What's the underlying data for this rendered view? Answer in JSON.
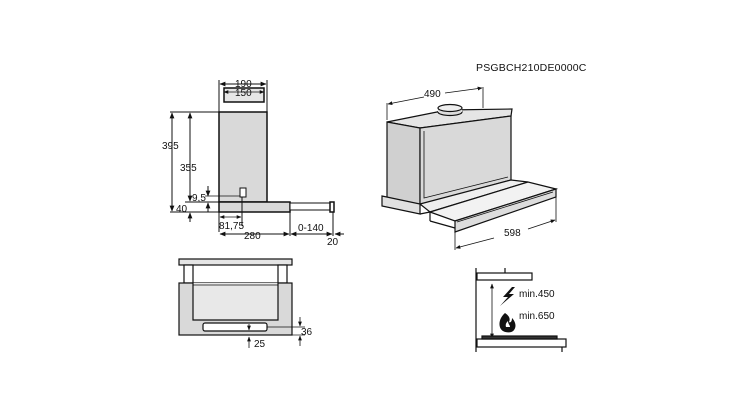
{
  "model_code": "PSGBCH210DE0000C",
  "side_view": {
    "dimensions": {
      "top_outer_width": "190",
      "top_inner_width": "150",
      "total_height": "395",
      "body_height": "355",
      "offset_small": "9,5",
      "base_height": "40",
      "control_offset": "81,75",
      "depth": "280",
      "extension": "0-140",
      "front_lip": "20"
    }
  },
  "perspective_view": {
    "dimensions": {
      "top_width": "490",
      "front_width": "598"
    }
  },
  "front_view": {
    "dimensions": {
      "handle_height": "36",
      "bottom_offset": "25"
    }
  },
  "clearance_view": {
    "electric_label": "min.450",
    "gas_label": "min.650",
    "icons": [
      "lightning-icon",
      "flame-icon"
    ]
  },
  "colors": {
    "line": "#111111",
    "fill_gray": "#d9d9d9",
    "fill_light": "#eeeeee"
  }
}
